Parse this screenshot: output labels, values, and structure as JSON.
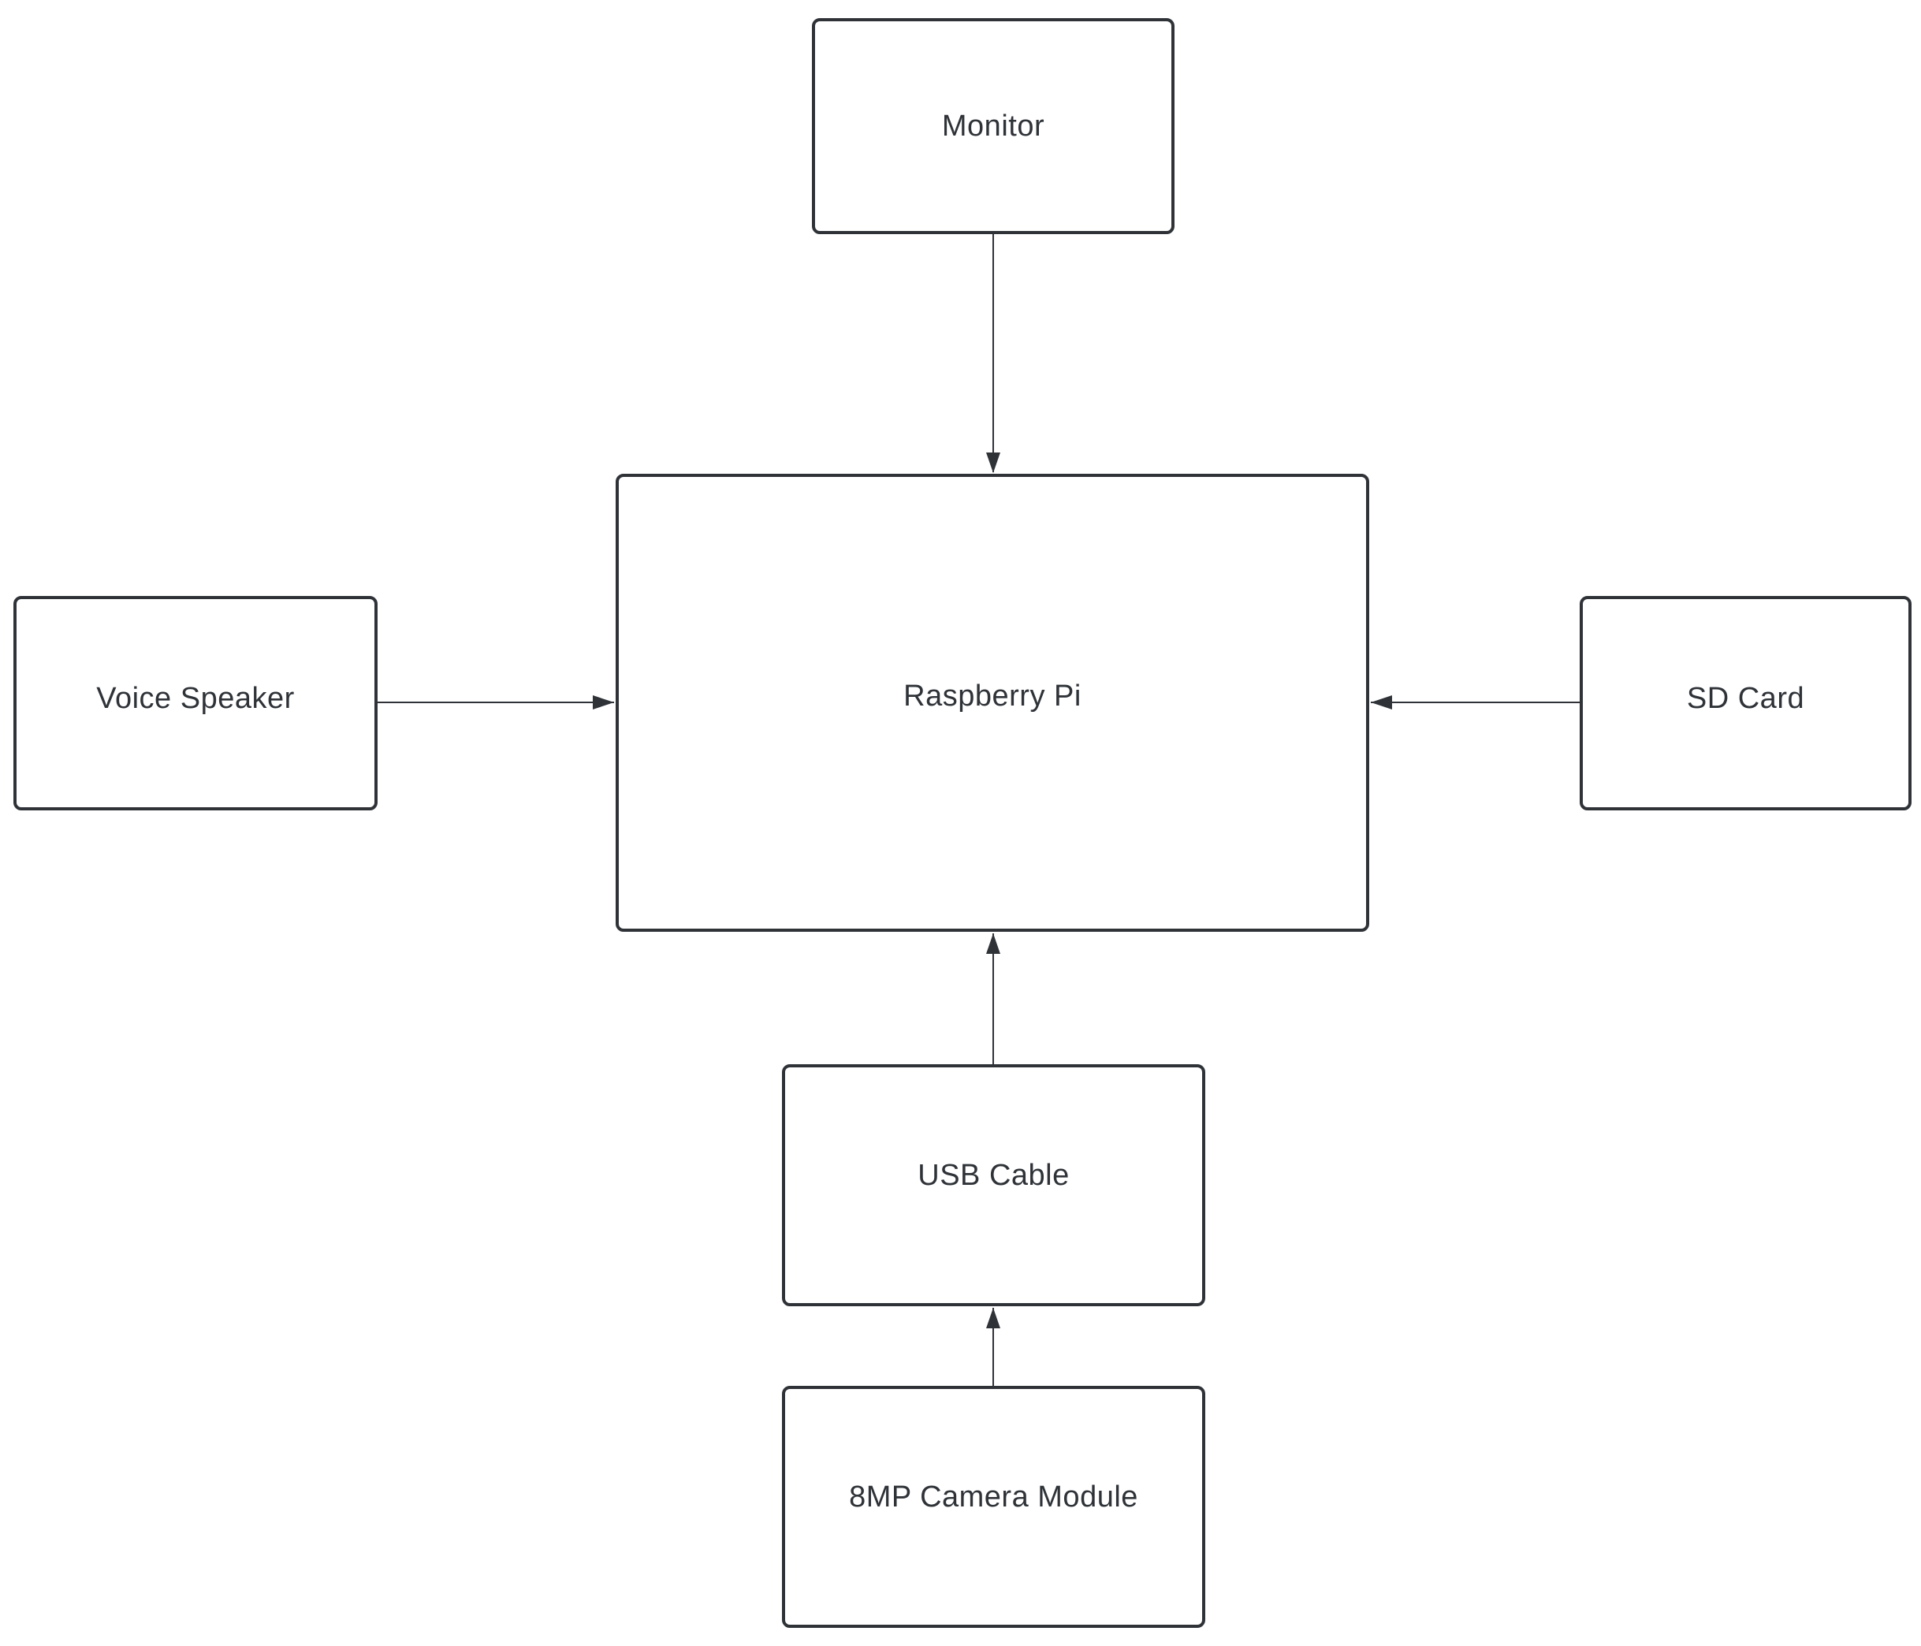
{
  "diagram": {
    "nodes": {
      "monitor": "Monitor",
      "raspberry_pi": "Raspberry Pi",
      "voice_speaker": "Voice Speaker",
      "sd_card": "SD Card",
      "usb_cable": "USB Cable",
      "camera_module": "8MP Camera Module"
    },
    "edges": [
      {
        "from": "Monitor",
        "to": "Raspberry Pi"
      },
      {
        "from": "Voice Speaker",
        "to": "Raspberry Pi"
      },
      {
        "from": "SD Card",
        "to": "Raspberry Pi"
      },
      {
        "from": "USB Cable",
        "to": "Raspberry Pi"
      },
      {
        "from": "8MP Camera Module",
        "to": "USB Cable"
      }
    ],
    "colors": {
      "stroke": "#2f3338",
      "text": "#2f3338",
      "background": "#ffffff"
    }
  }
}
